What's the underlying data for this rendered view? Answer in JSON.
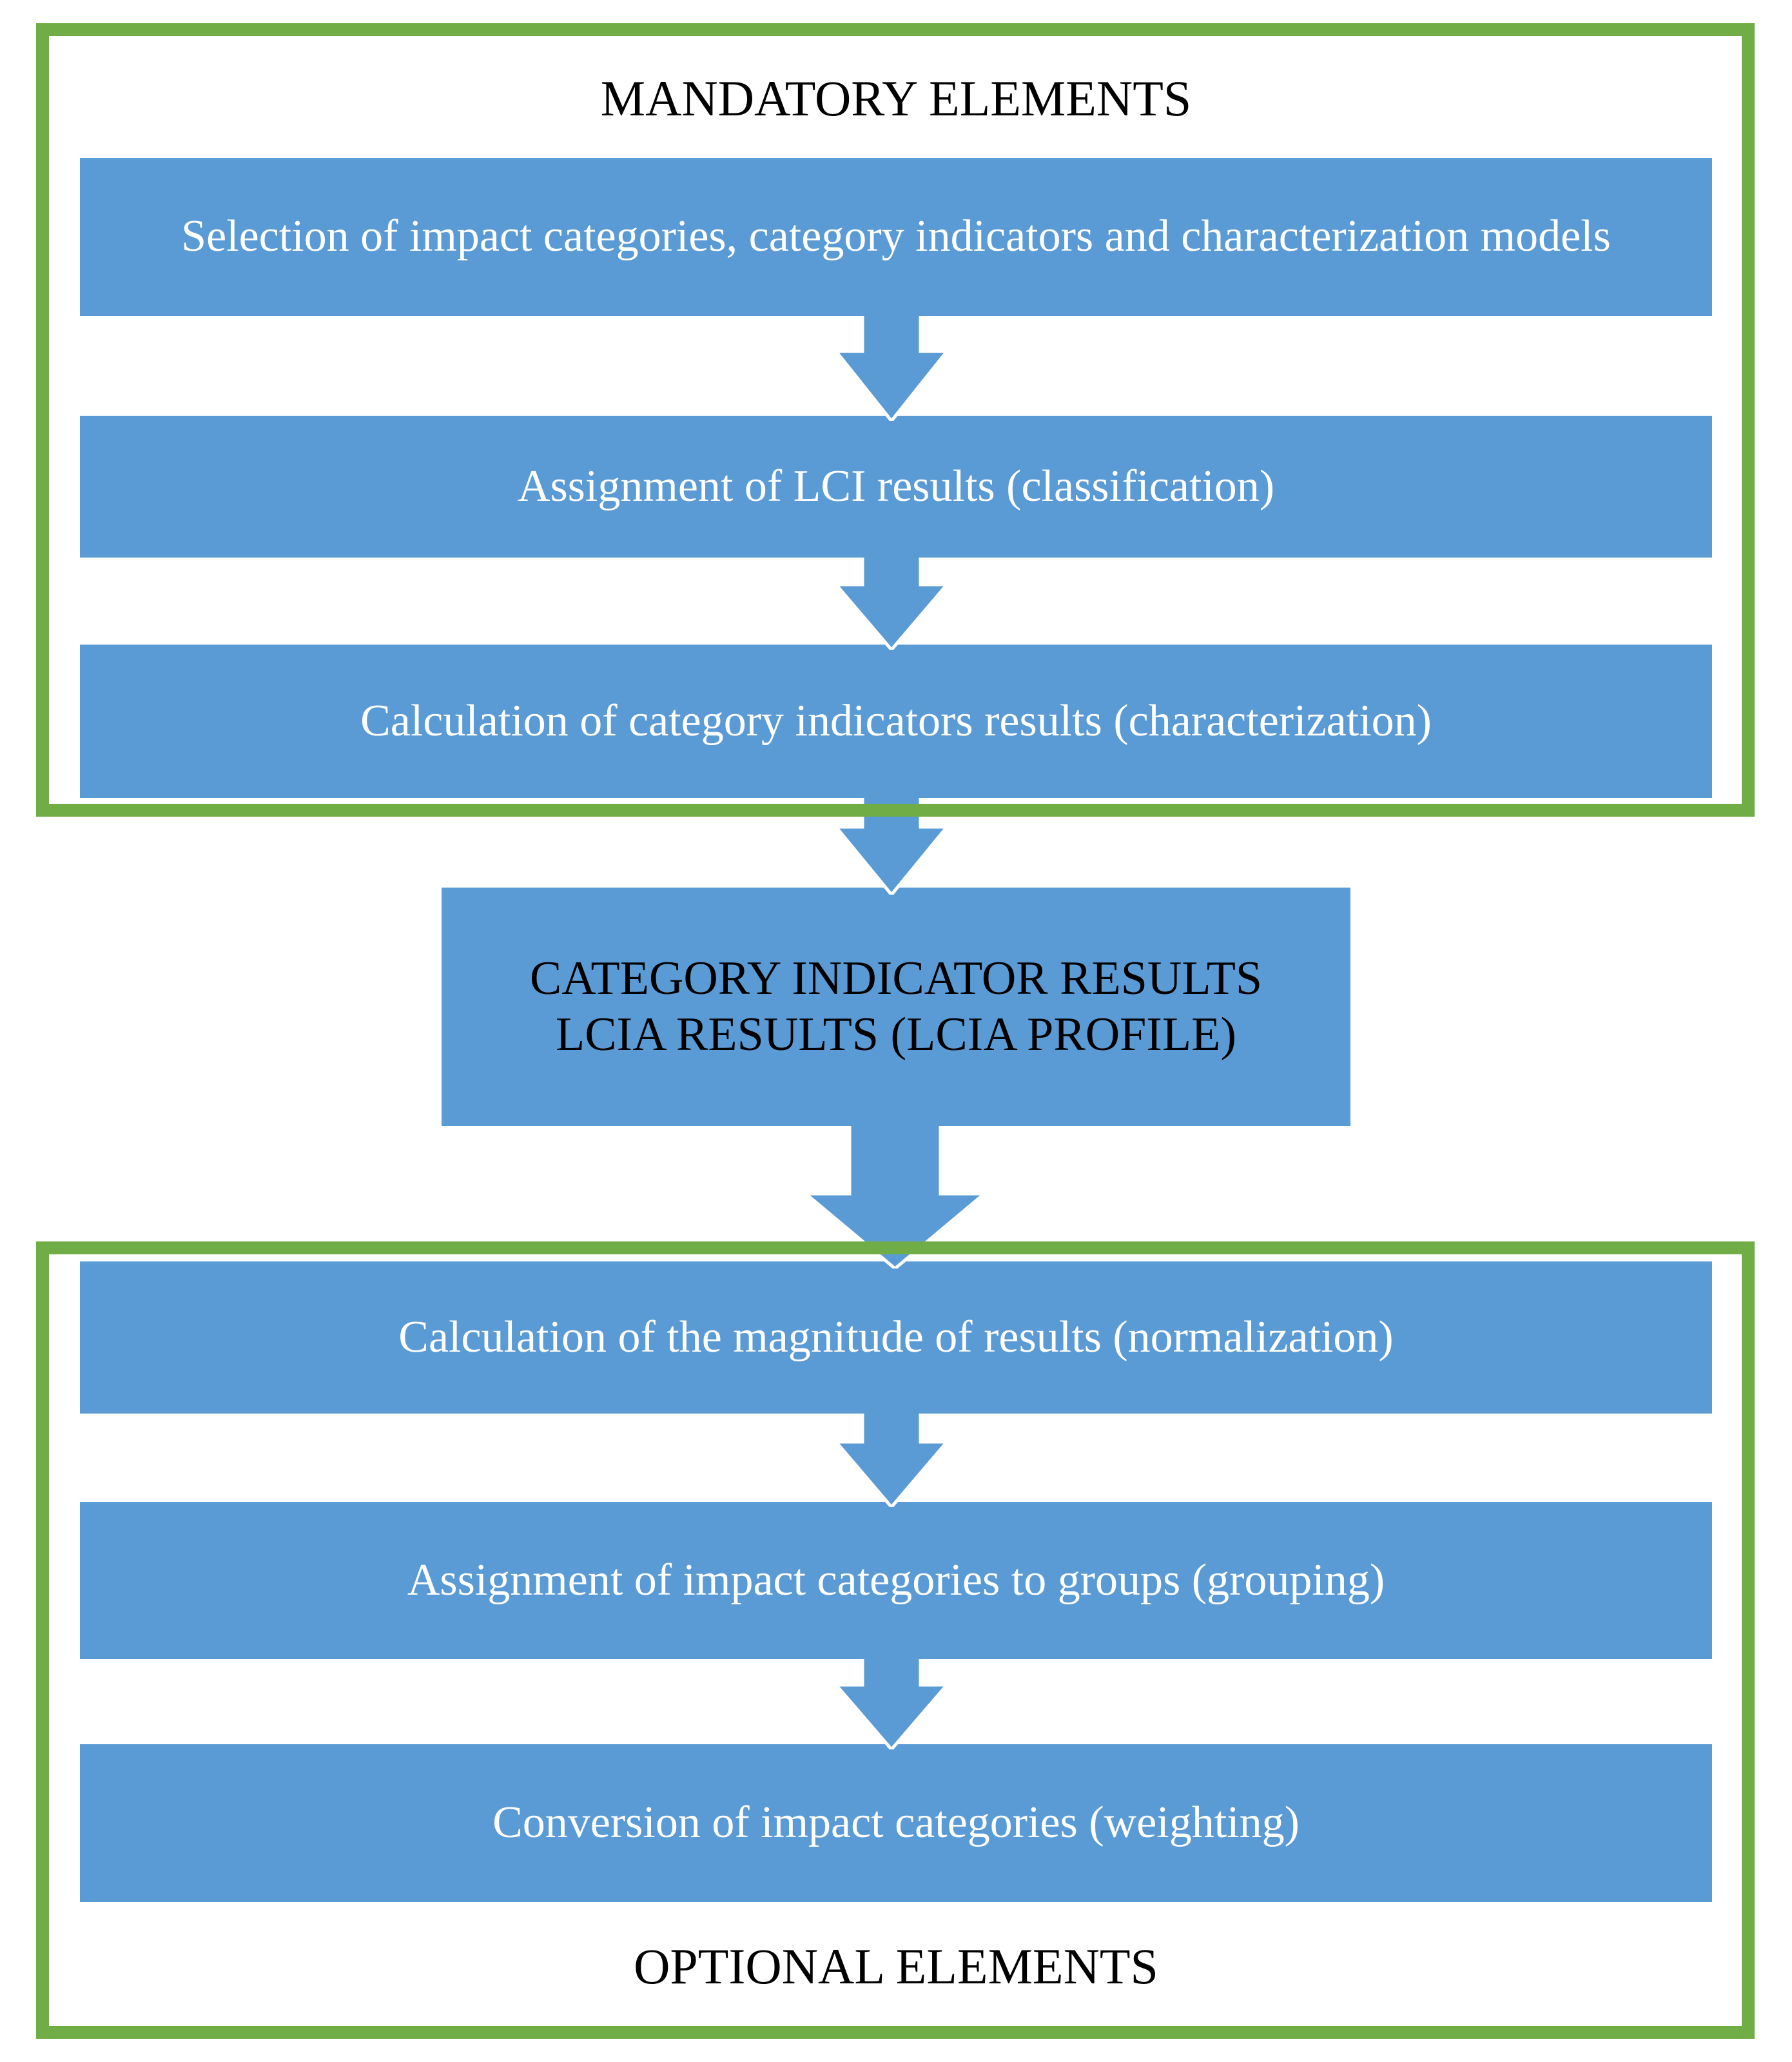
{
  "diagram": {
    "mandatory_section": {
      "title": "MANDATORY ELEMENTS",
      "steps": [
        "Selection of impact categories, category indicators and characterization models",
        "Assignment of LCI results (classification)",
        "Calculation of category indicators results (characterization)"
      ]
    },
    "intermediate_result_box": {
      "line1": "CATEGORY INDICATOR RESULTS",
      "line2": "LCIA RESULTS (LCIA PROFILE)"
    },
    "optional_section": {
      "title": "OPTIONAL ELEMENTS",
      "steps": [
        "Calculation of the magnitude of results (normalization)",
        "Assignment of impact categories to groups (grouping)",
        "Conversion of impact categories (weighting)"
      ]
    },
    "colors": {
      "box_blue": "#5B9BD5",
      "border_green": "#70AD47",
      "box_text": "#FFFFFF",
      "title_text": "#000000"
    }
  }
}
